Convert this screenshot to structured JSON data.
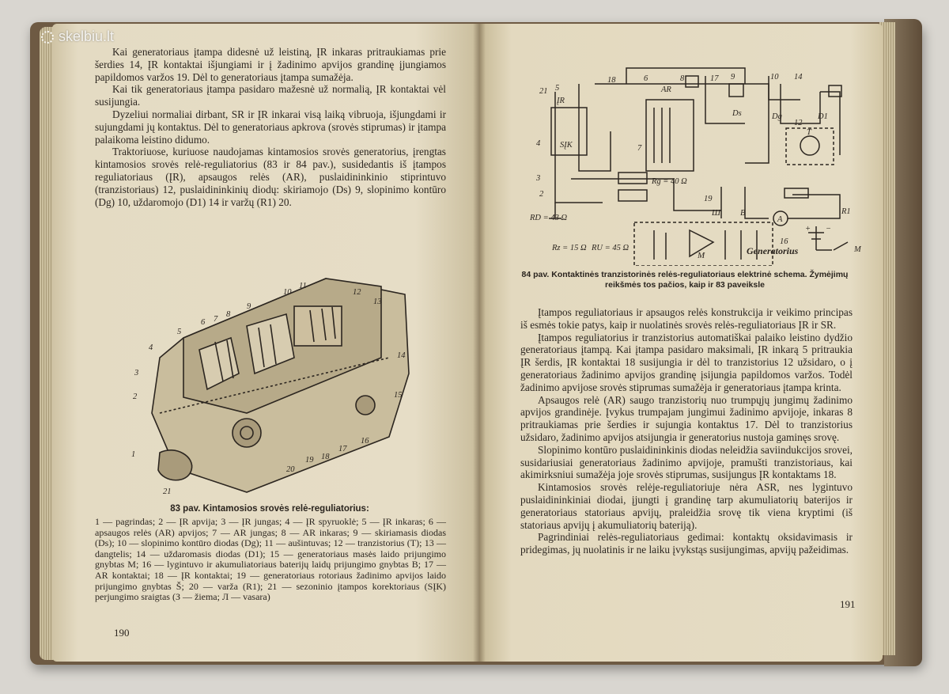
{
  "watermark": "skelbiu.lt",
  "left_page": {
    "page_number": "190",
    "paragraphs": [
      "Kai generatoriaus įtampa didesnė už leistiną, ĮR inkaras pritraukiamas prie šerdies 14, ĮR kontaktai išjungiami ir į žadinimo apvijos grandinę įjungiamos papildomos varžos 19. Dėl to generatoriaus įtampa sumažėja.",
      "Kai tik generatoriaus įtampa pasidaro mažesnė už normalią, ĮR kontaktai vėl susijungia.",
      "Dyzeliui normaliai dirbant, SR ir ĮR inkarai visą laiką vibruoja, išjungdami ir sujungdami jų kontaktus. Dėl to generatoriaus apkrova (srovės stiprumas) ir įtampa palaikoma leistino didumo.",
      "Traktoriuose, kuriuose naudojamas kintamosios srovės generatorius, įrengtas kintamosios srovės relė-reguliatorius (83 ir 84 pav.), susidedantis iš įtampos reguliatoriaus (ĮR), apsaugos relės (AR), puslaidininkinio stiprintuvo (tranzistoriaus) 12, puslaidininkinių diodų: skiriamojo (Ds) 9, slopinimo kontūro (Dg) 10, uždaromojo (D1) 14 ir varžų (R1) 20."
    ],
    "figure_caption": "83 pav. Kintamosios srovės relė-reguliatorius:",
    "figure_legend": "1 — pagrindas; 2 — ĮR apvija; 3 — ĮR jungas; 4 — ĮR spyruoklė; 5 — ĮR inkaras; 6 — apsaugos relės (AR) apvijos; 7 — AR jungas; 8 — AR inkaras; 9 — skiriamasis diodas (Ds); 10 — slopinimo kontūro diodas (Dg); 11 — aušintuvas; 12 — tranzistorius (T); 13 — dangtelis; 14 — uždaromasis diodas (D1); 15 — generatoriaus masės laido prijungimo gnybtas M; 16 — lygintuvo ir akumuliatoriaus baterijų laidų prijungimo gnybtas B; 17 — AR kontaktai; 18 — ĮR kontaktai; 19 — generatoriaus rotoriaus žadinimo apvijos laido prijungimo gnybtas Š; 20 — varža (R1); 21 — sezoninio įtampos korektoriaus (SĮK) perjungimo sraigtas (З — žiema; Л — vasara)",
    "figure_numbers": [
      "1",
      "2",
      "3",
      "4",
      "5",
      "6",
      "7",
      "8",
      "9",
      "10",
      "11",
      "12",
      "13",
      "14",
      "15",
      "16",
      "17",
      "18",
      "19",
      "20",
      "21"
    ]
  },
  "right_page": {
    "page_number": "191",
    "figure_caption": "84 pav. Kontaktinės tranzistorinės relės-reguliatoriaus elektrinė schema. Žymėjimų reikšmės tos pačios, kaip ir 83 paveiksle",
    "schematic_labels": {
      "n21": "21",
      "n5": "5",
      "n18": "18",
      "n6": "6",
      "nAR": "AR",
      "n8": "8",
      "n17": "17",
      "n9": "9",
      "n10": "10",
      "n14": "14",
      "IR": "ĮR",
      "SIK": "SĮK",
      "n4": "4",
      "n3": "3",
      "n2": "2",
      "n7": "7",
      "n12": "12",
      "Ds": "Ds",
      "Dg": "Dg",
      "D1": "D1",
      "T": "T",
      "Rg": "Rg = 40 Ω",
      "n19": "19",
      "Sh": "Ш",
      "B": "B",
      "A": "A",
      "R1": "R1",
      "RD": "RD = 43 Ω",
      "Rz": "Rz = 15 Ω",
      "RU": "RU = 45 Ω",
      "n16": "16",
      "plus": "+",
      "minus": "−",
      "M": "M",
      "Mg": "M",
      "gen": "Generatorius"
    },
    "paragraphs": [
      "Įtampos reguliatoriaus ir apsaugos relės konstrukcija ir veikimo principas iš esmės tokie patys, kaip ir nuolatinės srovės relės-reguliatoriaus ĮR ir SR.",
      "Įtampos reguliatorius ir tranzistorius automatiškai palaiko leistino dydžio generatoriaus įtampą. Kai įtampa pasidaro maksimali, ĮR inkarą 5 pritraukia ĮR šerdis, ĮR kontaktai 18 susijungia ir dėl to tranzistorius 12 užsidaro, o į generatoriaus žadinimo apvijos grandinę įsijungia papildomos varžos. Todėl žadinimo apvijose srovės stiprumas sumažėja ir generatoriaus įtampa krinta.",
      "Apsaugos relė (AR) saugo tranzistorių nuo trumpųjų jungimų žadinimo apvijos grandinėje. Įvykus trumpajam jungimui žadinimo apvijoje, inkaras 8 pritraukiamas prie šerdies ir sujungia kontaktus 17. Dėl to tranzistorius užsidaro, žadinimo apvijos atsijungia ir generatorius nustoja gaminęs srovę.",
      "Slopinimo kontūro puslaidininkinis diodas neleidžia saviindukcijos srovei, susidariusiai generatoriaus žadinimo apvijoje, pramušti tranzistoriaus, kai akimirksniui sumažėja joje srovės stiprumas, susijungus ĮR kontaktams 18.",
      "Kintamosios srovės relėje-reguliatoriuje nėra ASR, nes lygintuvo puslaidininkiniai diodai, įjungti į grandinę tarp akumuliatorių baterijos ir generatoriaus statoriaus apvijų, praleidžia srovę tik viena kryptimi (iš statoriaus apvijų į akumuliatorių bateriją).",
      "Pagrindiniai relės-reguliatoriaus gedimai: kontaktų oksidavimasis ir pridegimas, jų nuolatinis ir ne laiku įvykstąs susijungimas, apvijų pažeidimas."
    ]
  }
}
